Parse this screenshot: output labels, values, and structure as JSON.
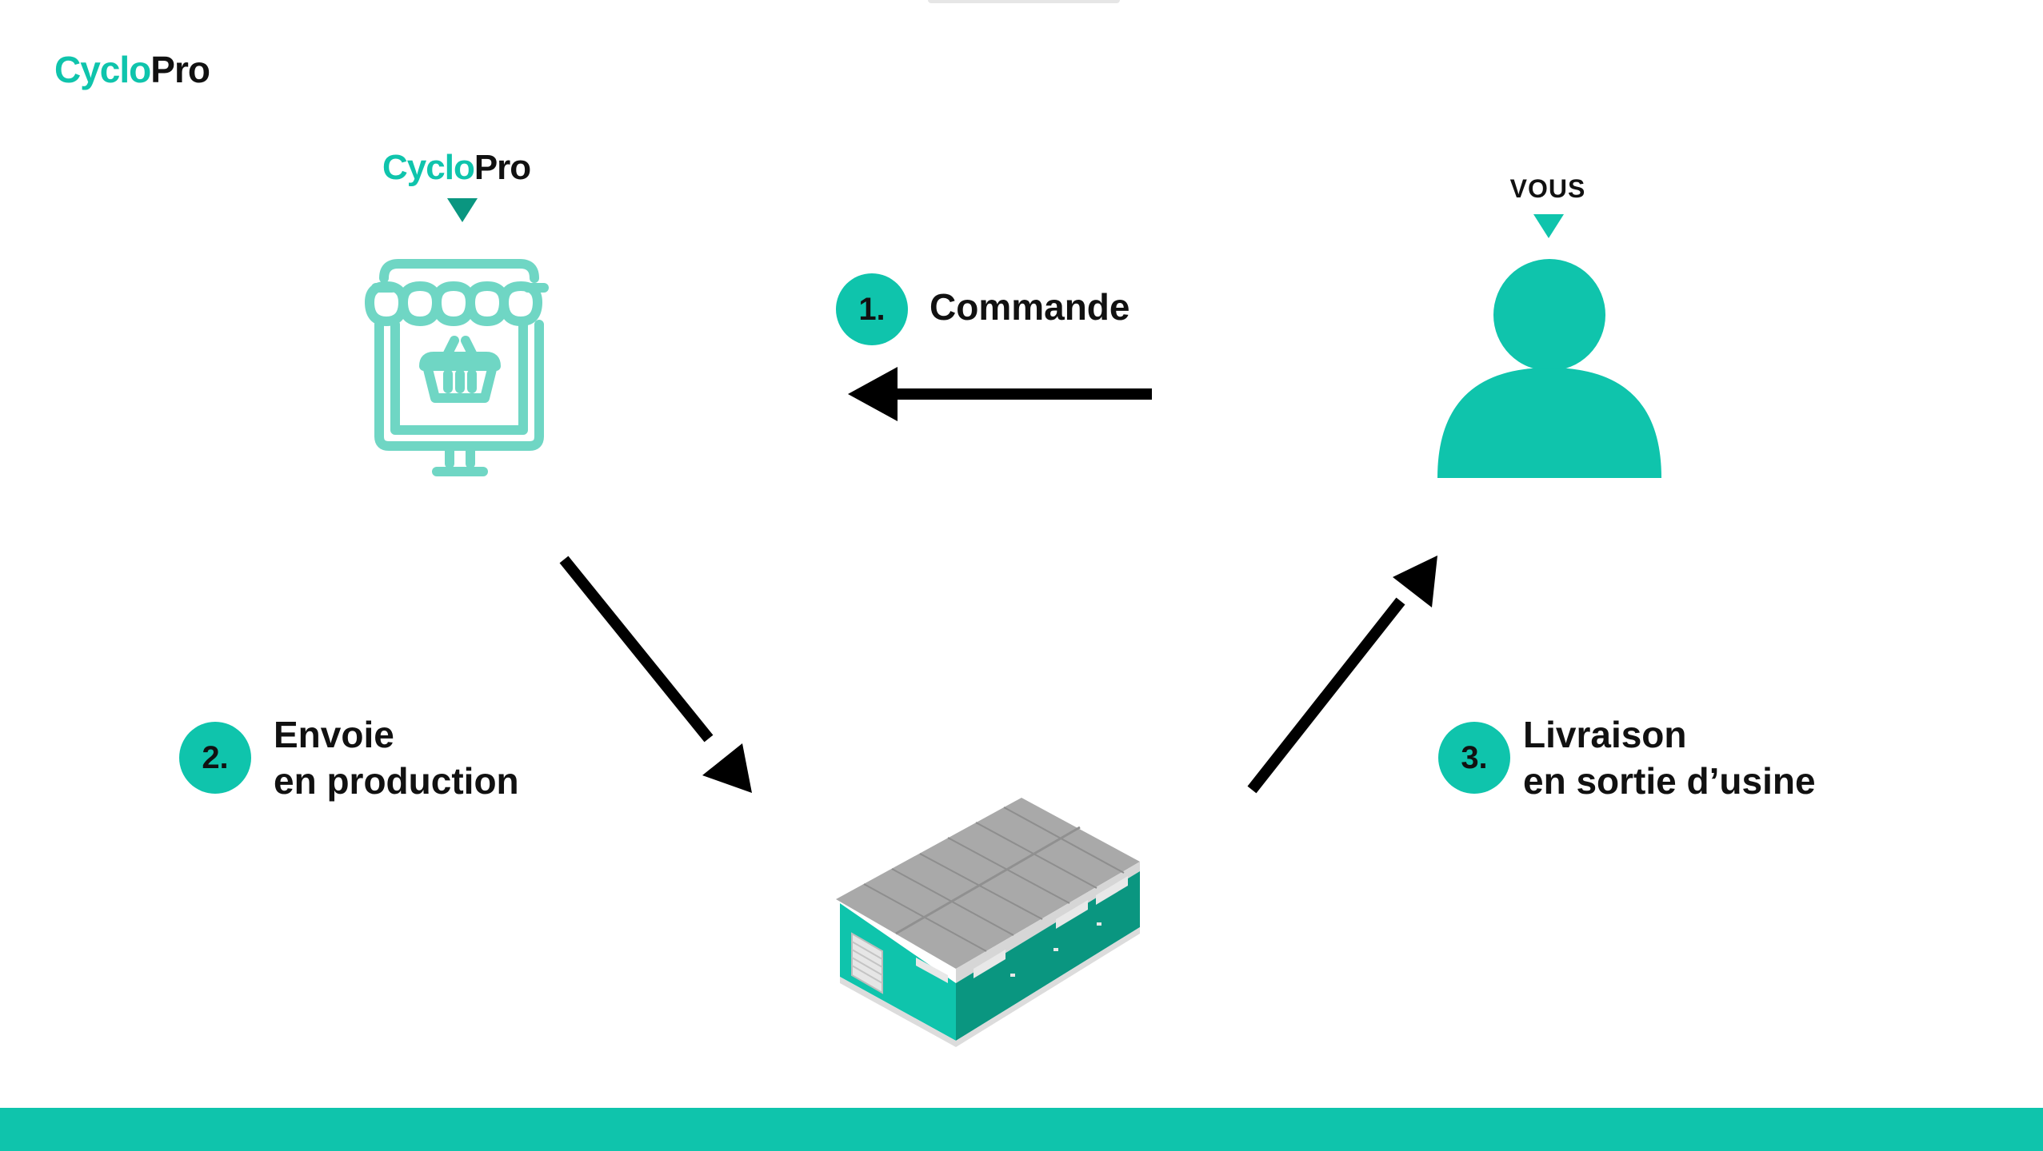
{
  "header": {
    "logo_part1": "Cyclo",
    "logo_part2": "Pro"
  },
  "shop": {
    "logo_part1": "Cyclo",
    "logo_part2": "Pro",
    "icon": "online-shop-icon"
  },
  "customer": {
    "label": "VOUS",
    "icon": "person-icon"
  },
  "factory": {
    "icon": "factory-building-icon"
  },
  "steps": [
    {
      "number": "1.",
      "line1": "Commande",
      "line2": ""
    },
    {
      "number": "2.",
      "line1": "Envoie",
      "line2": "en production"
    },
    {
      "number": "3.",
      "line1": "Livraison",
      "line2": "en sortie d’usine"
    }
  ],
  "colors": {
    "accent": "#0fc4ac",
    "shop_icon": "#6fd6c4",
    "dark_teal": "#0a9680",
    "arrow": "#000000"
  }
}
